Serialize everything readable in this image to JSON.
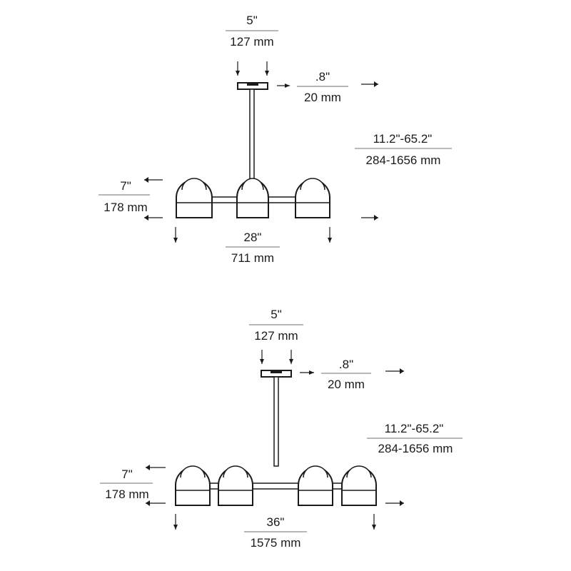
{
  "top": {
    "canopy_width": {
      "in": "5\"",
      "mm": "127 mm"
    },
    "canopy_height": {
      "in": ".8\"",
      "mm": "20 mm"
    },
    "overall_height": {
      "in": "11.2\"-65.2\"",
      "mm": "284-1656 mm"
    },
    "shade_height": {
      "in": "7\"",
      "mm": "178 mm"
    },
    "width": {
      "in": "28\"",
      "mm": "711 mm"
    }
  },
  "bottom": {
    "canopy_width": {
      "in": "5\"",
      "mm": "127 mm"
    },
    "canopy_height": {
      "in": ".8\"",
      "mm": "20 mm"
    },
    "overall_height": {
      "in": "11.2\"-65.2\"",
      "mm": "284-1656 mm"
    },
    "shade_height": {
      "in": "7\"",
      "mm": "178 mm"
    },
    "width": {
      "in": "36\"",
      "mm": "1575 mm"
    }
  }
}
